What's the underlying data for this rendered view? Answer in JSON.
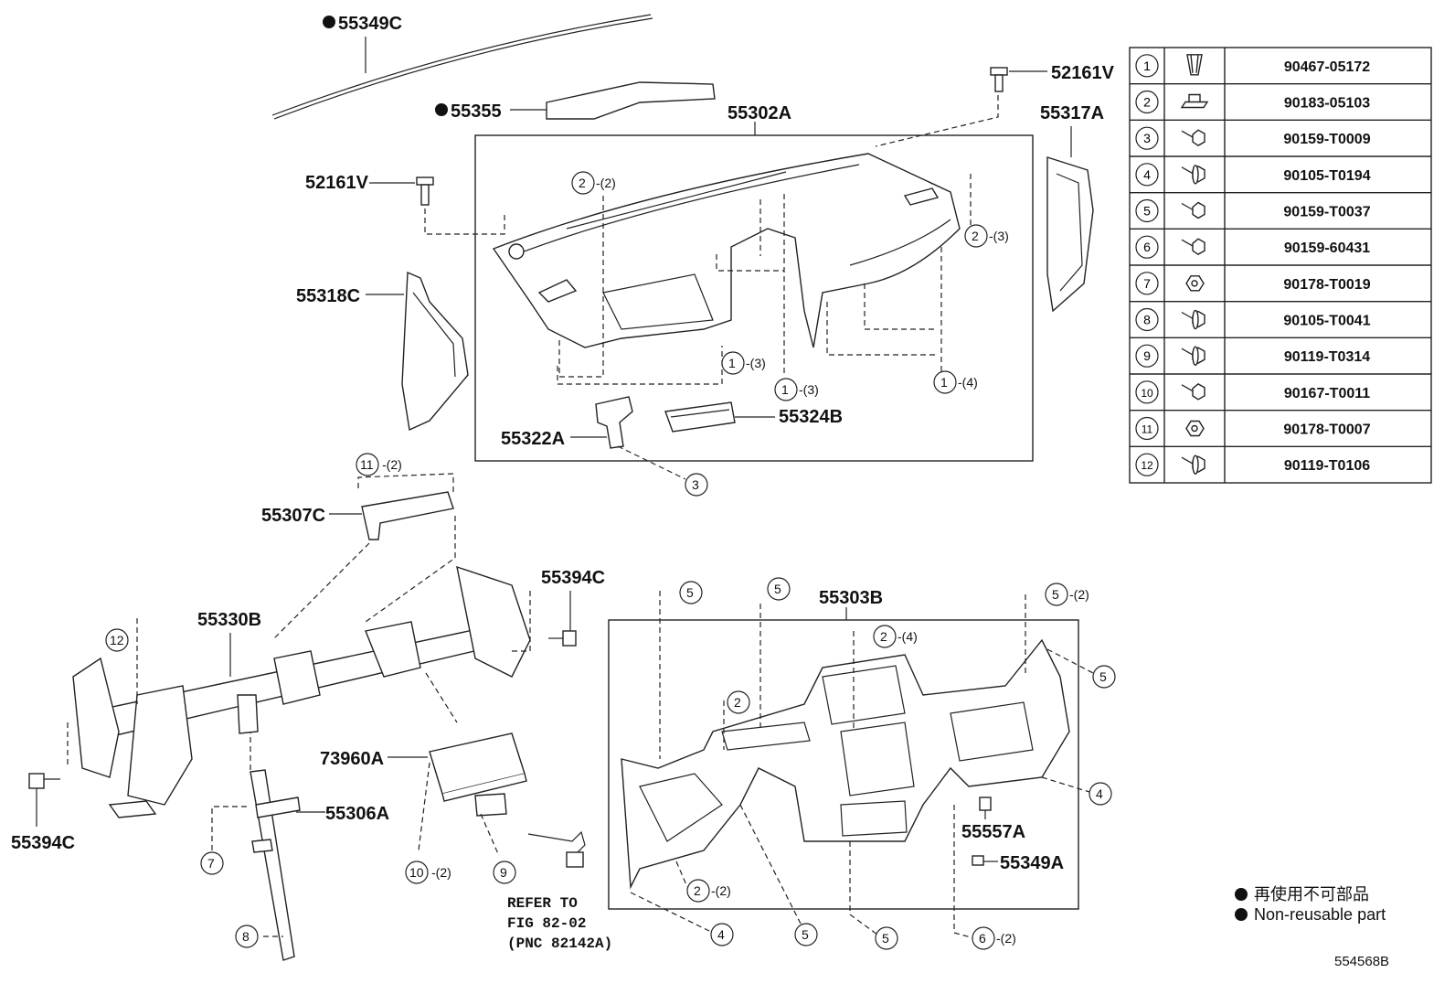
{
  "labels": {
    "p55349C": "55349C",
    "p55355": "55355",
    "p52161V_top": "52161V",
    "p52161V_left": "52161V",
    "p55302A": "55302A",
    "p55317A": "55317A",
    "p55318C": "55318C",
    "p55322A": "55322A",
    "p55324B": "55324B",
    "p55307C": "55307C",
    "p55330B": "55330B",
    "p55394C_top": "55394C",
    "p55394C_left": "55394C",
    "p55303B": "55303B",
    "p73960A": "73960A",
    "p55306A": "55306A",
    "p55557A": "55557A",
    "p55349A": "55349A"
  },
  "refer": {
    "line1": "REFER TO",
    "line2": "FIG 82-02",
    "line3": "(PNC 82142A)"
  },
  "callouts": {
    "c2_2": {
      "num": "2",
      "qty": "-(2)"
    },
    "c2_3": {
      "num": "2",
      "qty": "-(3)"
    },
    "c1_3a": {
      "num": "1",
      "qty": "-(3)"
    },
    "c1_3b": {
      "num": "1",
      "qty": "-(3)"
    },
    "c1_4": {
      "num": "1",
      "qty": "-(4)"
    },
    "c3": {
      "num": "3"
    },
    "c11_2": {
      "num": "11",
      "qty": "-(2)"
    },
    "c12": {
      "num": "12"
    },
    "c7": {
      "num": "7"
    },
    "c8": {
      "num": "8"
    },
    "c10_2": {
      "num": "10",
      "qty": "-(2)"
    },
    "c9": {
      "num": "9"
    },
    "c5a": {
      "num": "5"
    },
    "c5b": {
      "num": "5"
    },
    "c5_2": {
      "num": "5",
      "qty": "-(2)"
    },
    "c2_4": {
      "num": "2",
      "qty": "-(4)"
    },
    "c2b": {
      "num": "2"
    },
    "c5c": {
      "num": "5"
    },
    "c4a": {
      "num": "4"
    },
    "c2_2b": {
      "num": "2",
      "qty": "-(2)"
    },
    "c4b": {
      "num": "4"
    },
    "c5d": {
      "num": "5"
    },
    "c5e": {
      "num": "5"
    },
    "c6_2": {
      "num": "6",
      "qty": "-(2)"
    }
  },
  "fastener_table": [
    {
      "no": "1",
      "part": "90467-05172",
      "icon": "clip-icon"
    },
    {
      "no": "2",
      "part": "90183-05103",
      "icon": "nut-clip-icon"
    },
    {
      "no": "3",
      "part": "90159-T0009",
      "icon": "screw-icon"
    },
    {
      "no": "4",
      "part": "90105-T0194",
      "icon": "bolt-icon"
    },
    {
      "no": "5",
      "part": "90159-T0037",
      "icon": "screw-icon"
    },
    {
      "no": "6",
      "part": "90159-60431",
      "icon": "screw-icon"
    },
    {
      "no": "7",
      "part": "90178-T0019",
      "icon": "nut-icon"
    },
    {
      "no": "8",
      "part": "90105-T0041",
      "icon": "bolt-icon"
    },
    {
      "no": "9",
      "part": "90119-T0314",
      "icon": "bolt-icon"
    },
    {
      "no": "10",
      "part": "90167-T0011",
      "icon": "screw-icon"
    },
    {
      "no": "11",
      "part": "90178-T0007",
      "icon": "nut-icon"
    },
    {
      "no": "12",
      "part": "90119-T0106",
      "icon": "bolt-icon"
    }
  ],
  "legend": {
    "line_jp": "再使用不可部品",
    "line_en": "Non-reusable part",
    "bullet": "●"
  },
  "diagram_code": "554568B",
  "colors": {
    "ink": "#111111",
    "background": "#ffffff"
  }
}
